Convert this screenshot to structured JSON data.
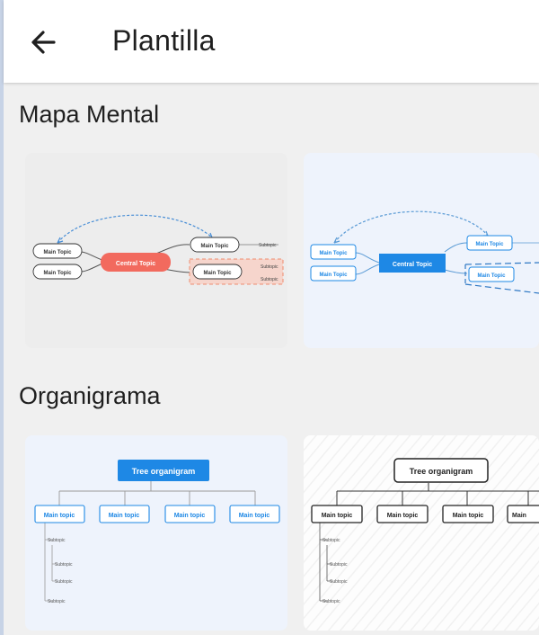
{
  "header": {
    "title": "Plantilla"
  },
  "sections": [
    {
      "title": "Mapa Mental",
      "templates": [
        {
          "central": "Central Topic",
          "main_topics": [
            "Main Topic",
            "Main Topic",
            "Main Topic",
            "Main Topic"
          ],
          "subtopics": [
            "Subtopic",
            "Subtopic",
            "Subtopic"
          ]
        },
        {
          "central": "Central Topic",
          "main_topics": [
            "Main Topic",
            "Main Topic",
            "Main Topic",
            "Main Topic"
          ]
        }
      ]
    },
    {
      "title": "Organigrama",
      "templates": [
        {
          "root": "Tree organigram",
          "main_topics": [
            "Main topic",
            "Main topic",
            "Main topic",
            "Main topic"
          ],
          "subtopics": [
            "Subtopic",
            "Subtopic",
            "Subtopic",
            "Subtopic"
          ]
        },
        {
          "root": "Tree organigram",
          "main_topics": [
            "Main topic",
            "Main topic",
            "Main topic",
            "Main"
          ],
          "subtopics": [
            "Subtopic",
            "Subtopic",
            "Subtopic",
            "Subtopic"
          ]
        }
      ]
    }
  ],
  "colors": {
    "accent_red": "#f26a5e",
    "accent_blue": "#1e88e5",
    "line_blue": "#5b9bd5"
  }
}
